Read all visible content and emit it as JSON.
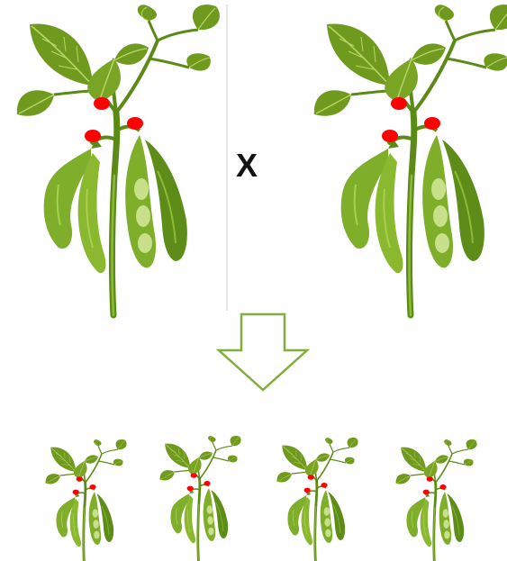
{
  "diagram": {
    "cross_symbol": "X",
    "colors": {
      "leaf": "#6f9a1e",
      "leaf_light": "#8ab82f",
      "leaf_dark": "#4d7512",
      "vein": "#b9d76a",
      "stem": "#5c8a16",
      "stem_light": "#8dbb35",
      "pod": "#7fae2a",
      "pod_light": "#a9cf52",
      "pod_dark": "#4f7d12",
      "seed": "#c8e089",
      "flower": "#ff0000",
      "arrow": "#7fae3c",
      "divider": "#cccccc"
    },
    "parents": [
      {
        "name": "parent-plant-left"
      },
      {
        "name": "parent-plant-right"
      }
    ],
    "offspring": [
      {
        "name": "offspring-plant-1"
      },
      {
        "name": "offspring-plant-2"
      },
      {
        "name": "offspring-plant-3"
      },
      {
        "name": "offspring-plant-4"
      }
    ]
  }
}
